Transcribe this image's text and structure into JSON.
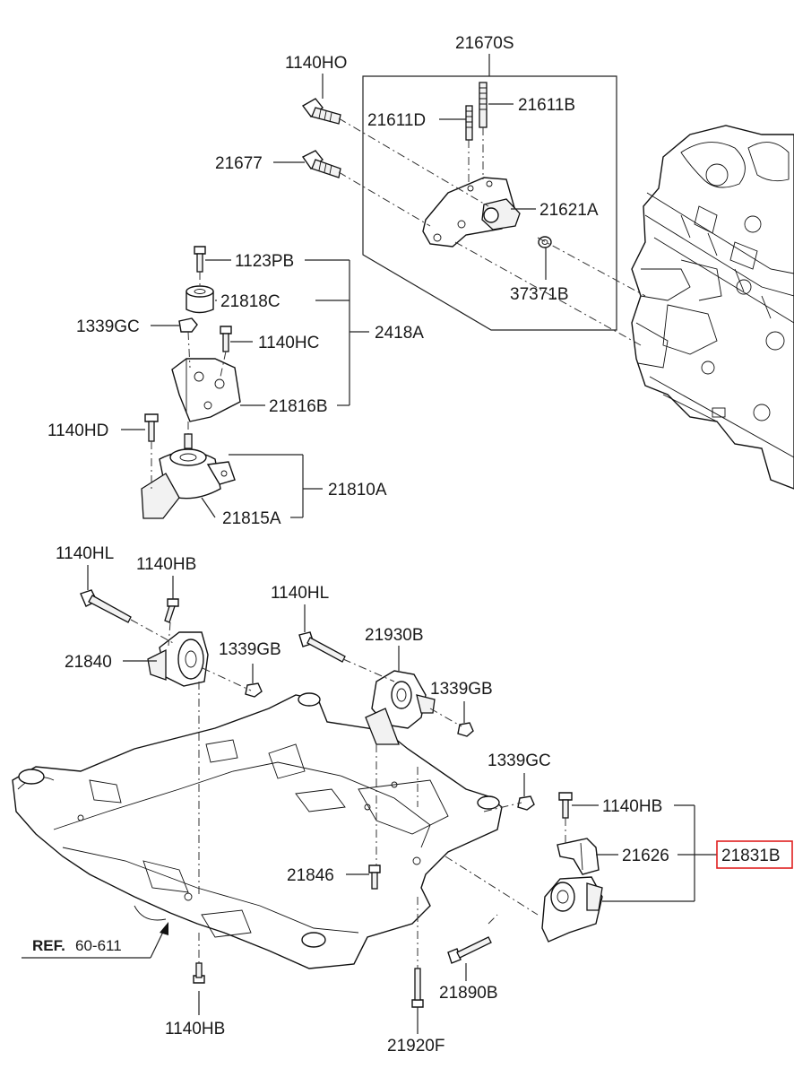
{
  "diagram": {
    "labels": {
      "p21670S": "21670S",
      "p1140HO": "1140HO",
      "p21611B": "21611B",
      "p21611D": "21611D",
      "p21677": "21677",
      "p21621A": "21621A",
      "p37371B": "37371B",
      "p1123PB": "1123PB",
      "p21818C": "21818C",
      "p1339GC_top": "1339GC",
      "p1140HC": "1140HC",
      "p2418A": "2418A",
      "p21816B": "21816B",
      "p1140HD": "1140HD",
      "p21810A": "21810A",
      "p21815A": "21815A",
      "p1140HL_left": "1140HL",
      "p1140HB_top": "1140HB",
      "p1140HL_mid": "1140HL",
      "p21930B": "21930B",
      "p21840": "21840",
      "p1339GB_left": "1339GB",
      "p1339GB_right": "1339GB",
      "p1339GC_right": "1339GC",
      "p1140HB_right": "1140HB",
      "p21626": "21626",
      "p21831B": "21831B",
      "p21846": "21846",
      "ref_bold": "REF.",
      "ref_num": "60-611",
      "p1140HB_bottom": "1140HB",
      "p21890B": "21890B",
      "p21920F": "21920F"
    },
    "highlight_color": "#e02020"
  }
}
